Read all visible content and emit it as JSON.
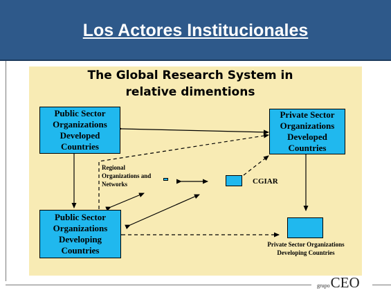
{
  "slide": {
    "title": "Los Actores Institucionales",
    "logo_small": "grupo",
    "logo_main": "CEO"
  },
  "diagram": {
    "title_line1": "The Global Research System in",
    "title_line2": "relative dimentions",
    "nodes": {
      "public_developed": "Public Sector Organizations Developed Countries",
      "private_developed": "Private Sector Organizations Developed Countries",
      "public_developing": "Public Sector Organizations Developing Countries",
      "regional": "Regional Organizations and Networks",
      "cgiar": "CGIAR",
      "private_developing": "Private Sector Organizations Developing Countries"
    }
  },
  "colors": {
    "header": "#2e598a",
    "box": "#20b8ee",
    "diagram_background": "#f8ebb4"
  }
}
